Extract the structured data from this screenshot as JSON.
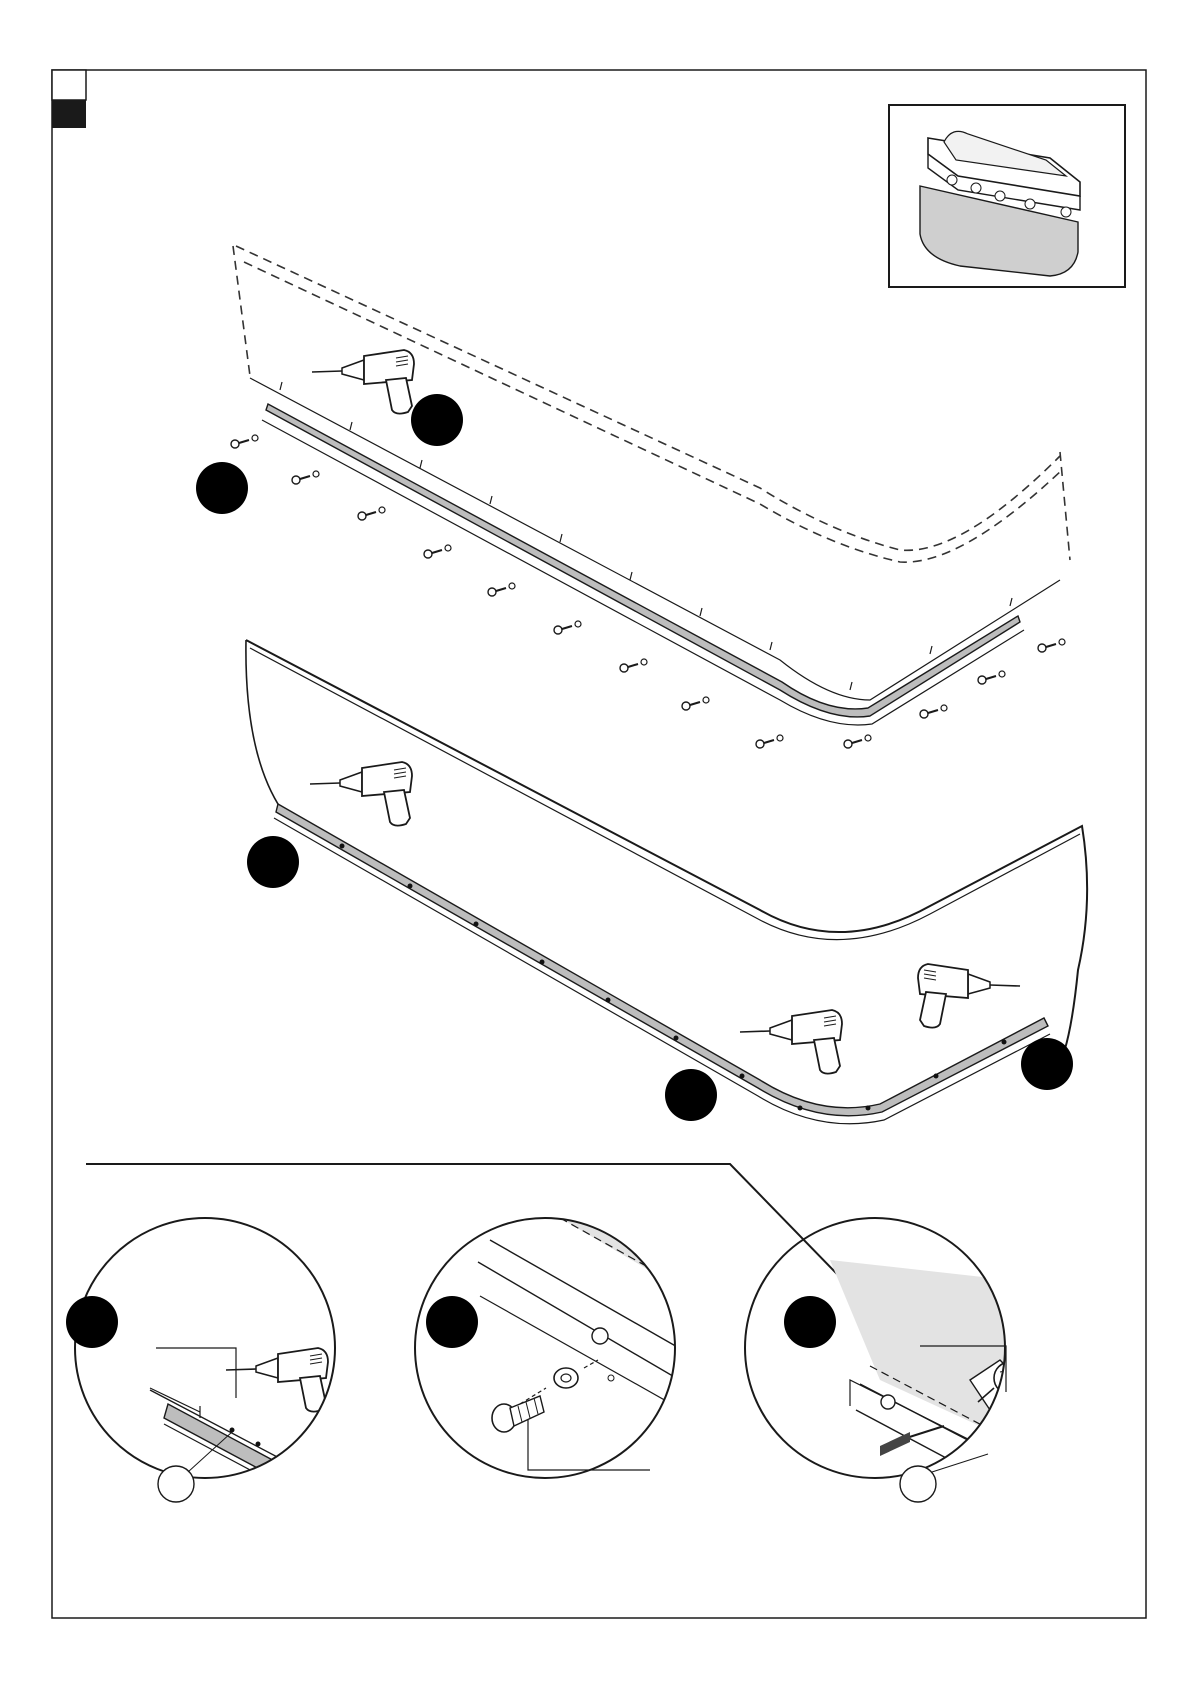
{
  "colors": {
    "line": "#1a1a1a",
    "marker": "#000000",
    "rail": "#bdbdbd",
    "panel_shade": "#cfcfcf",
    "detail_shade": "#e3e3e3",
    "step_box_filled": "#1a1a1a"
  },
  "icons": {
    "drill": "drill-icon",
    "screw": "screw-icon",
    "bathtub": "bathtub-icon",
    "step_marker": "filled-circle-marker"
  },
  "step_boxes": [
    {
      "state": "empty"
    },
    {
      "state": "filled"
    }
  ],
  "detail_views": [
    {
      "subject": "drill-and-rail"
    },
    {
      "subject": "screw-and-washer"
    },
    {
      "subject": "drill-through-panel"
    }
  ]
}
